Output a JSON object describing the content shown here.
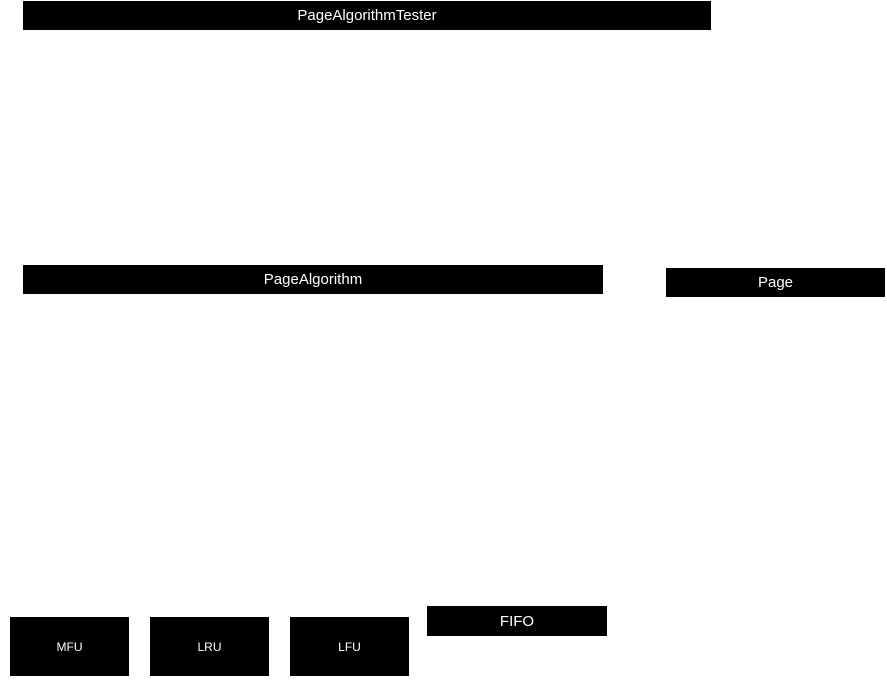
{
  "diagram": {
    "nodes": {
      "tester": "PageAlgorithmTester",
      "algorithm": "PageAlgorithm",
      "page": "Page",
      "mfu": "MFU",
      "lru": "LRU",
      "lfu": "LFU",
      "fifo": "FIFO"
    },
    "colors": {
      "box_fill": "#000000",
      "box_text": "#ffffff",
      "background": "#ffffff"
    }
  }
}
